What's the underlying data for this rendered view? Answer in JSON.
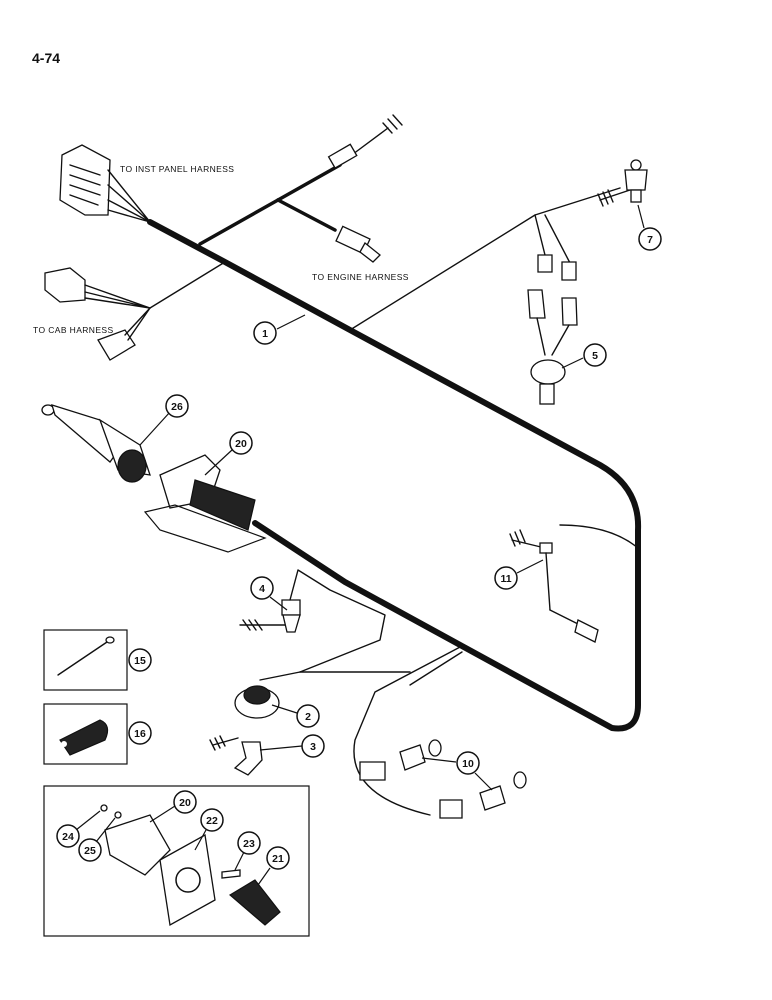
{
  "page_number": "4-74",
  "labels": {
    "inst_panel": "TO INST PANEL HARNESS",
    "engine": "TO ENGINE HARNESS",
    "cab": "TO CAB HARNESS"
  },
  "callouts": [
    "1",
    "2",
    "3",
    "4",
    "5",
    "7",
    "10",
    "11",
    "15",
    "16",
    "20",
    "20",
    "21",
    "22",
    "23",
    "24",
    "25",
    "26"
  ]
}
